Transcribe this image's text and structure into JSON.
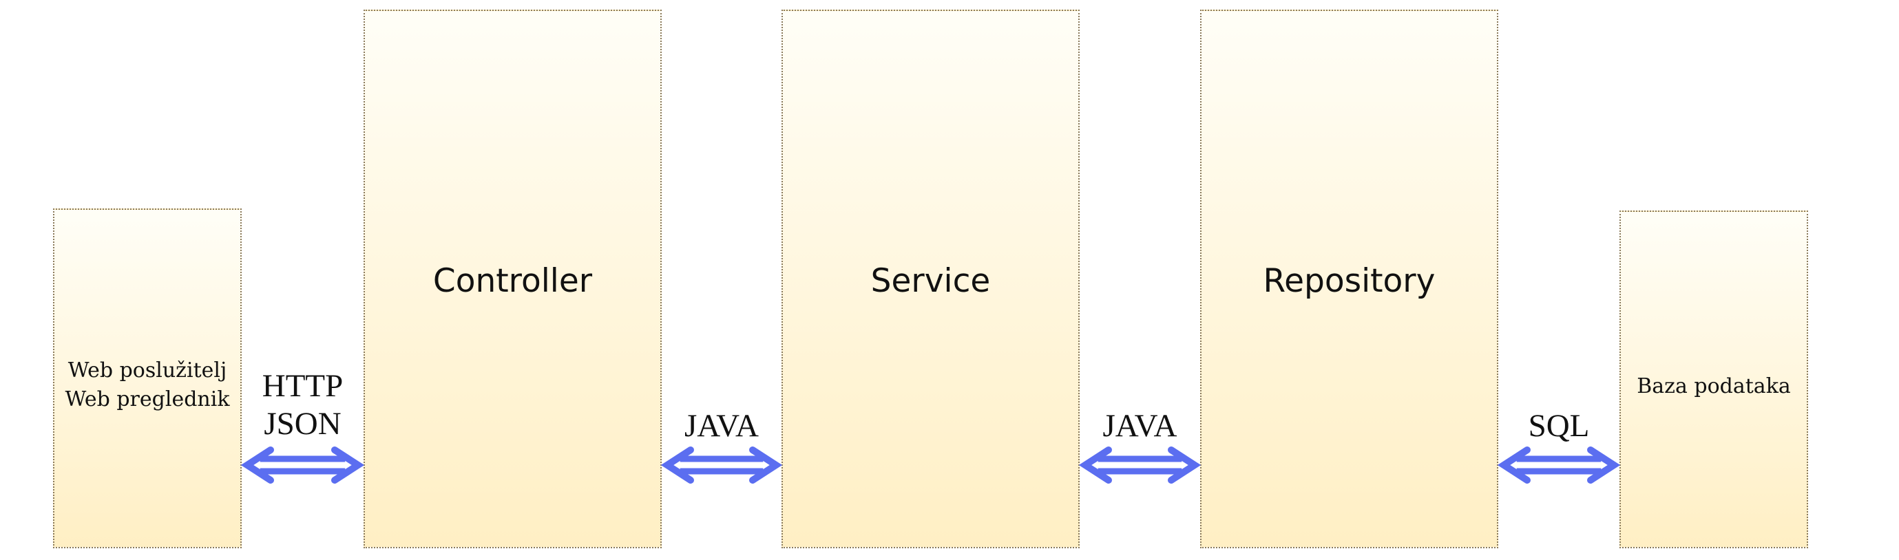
{
  "nodes": {
    "client": {
      "label": "Web poslužitelj\nWeb preglednik"
    },
    "controller": {
      "label": "Controller"
    },
    "service": {
      "label": "Service"
    },
    "repository": {
      "label": "Repository"
    },
    "database": {
      "label": "Baza podataka"
    }
  },
  "links": {
    "client_controller": {
      "label": "HTTP\nJSON"
    },
    "controller_service": {
      "label": "JAVA"
    },
    "service_repository": {
      "label": "JAVA"
    },
    "repository_database": {
      "label": "SQL"
    }
  },
  "colors": {
    "arrow": "#5b6ef0",
    "box_border": "#8a7a5c",
    "box_fill_top": "#fffef7",
    "box_fill_bottom": "#ffefc4"
  }
}
